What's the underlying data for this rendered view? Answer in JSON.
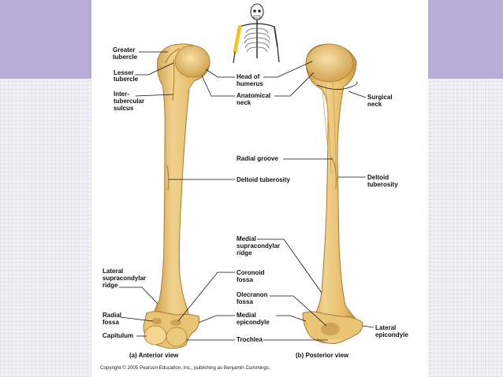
{
  "colors": {
    "band": "#b6aed8",
    "bone": "#e9c474",
    "bone_dark": "#c99a47",
    "bone_light": "#f6dc9c",
    "arm_highlight": "#f2c31a"
  },
  "icons": {
    "skeleton": "skeleton-icon"
  },
  "labels": {
    "greater_tubercle": [
      "Greater",
      "tubercle"
    ],
    "lesser_tubercle": [
      "Lesser",
      "tubercle"
    ],
    "intertubercular": [
      "Inter-",
      "tubercular",
      "sulcus"
    ],
    "head_of_humerus": [
      "Head of",
      "humerus"
    ],
    "anatomical_neck": [
      "Anatomical",
      "neck"
    ],
    "surgical_neck": [
      "Surgical",
      "neck"
    ],
    "radial_groove": [
      "Radial groove"
    ],
    "deltoid_tuberosity_anterior": [
      "Deltoid tuberosity"
    ],
    "deltoid_tuberosity_posterior": [
      "Deltoid",
      "tuberosity"
    ],
    "medial_supracondylar": [
      "Medial",
      "supracondylar",
      "ridge"
    ],
    "lateral_supracondylar": [
      "Lateral",
      "supracondylar",
      "ridge"
    ],
    "coronoid_fossa": [
      "Coronoid",
      "fossa"
    ],
    "olecranon_fossa": [
      "Olecranon",
      "fossa"
    ],
    "radial_fossa": [
      "Radial",
      "fossa"
    ],
    "medial_epicondyle": [
      "Medial",
      "epicondyle"
    ],
    "lateral_epicondyle": [
      "Lateral",
      "epicondyle"
    ],
    "capitulum": [
      "Capitulum"
    ],
    "trochlea": [
      "Trochlea"
    ]
  },
  "captions": {
    "anterior": "(a) Anterior view",
    "posterior": "(b) Posterior view"
  },
  "copyright": "Copyright © 2005 Pearson Education, Inc., publishing as Benjamin Cummings."
}
